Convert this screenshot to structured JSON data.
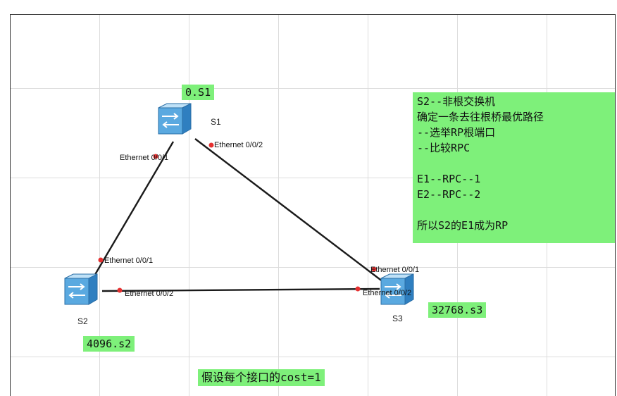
{
  "devices": [
    {
      "id": "s1",
      "label": "S1",
      "priority_tag": "0.S1"
    },
    {
      "id": "s2",
      "label": "S2",
      "priority_tag": "4096.s2"
    },
    {
      "id": "s3",
      "label": "S3",
      "priority_tag": "32768.s3"
    }
  ],
  "ports": {
    "s1_e1": "Ethernet 0/0/1",
    "s1_e2": "Ethernet 0/0/2",
    "s2_e1": "Ethernet 0/0/1",
    "s2_e2": "Ethernet 0/0/2",
    "s3_e1": "Ethernet 0/0/1",
    "s3_e2": "Ethernet 0/0/2"
  },
  "note": {
    "line1": "S2--非根交换机",
    "line2": "确定一条去往根桥最优路径",
    "line3": "--选举RP根端口",
    "line4": "--比较RPC",
    "line5": "E1--RPC--1",
    "line6": "E2--RPC--2",
    "line7": "所以S2的E1成为RP"
  },
  "cost_note": "假设每个接口的cost=1",
  "colors": {
    "highlight": "#7ef07a",
    "link": "#1a1a1a",
    "port_dot": "#e53030",
    "switch_body": "#4a9fd8"
  }
}
